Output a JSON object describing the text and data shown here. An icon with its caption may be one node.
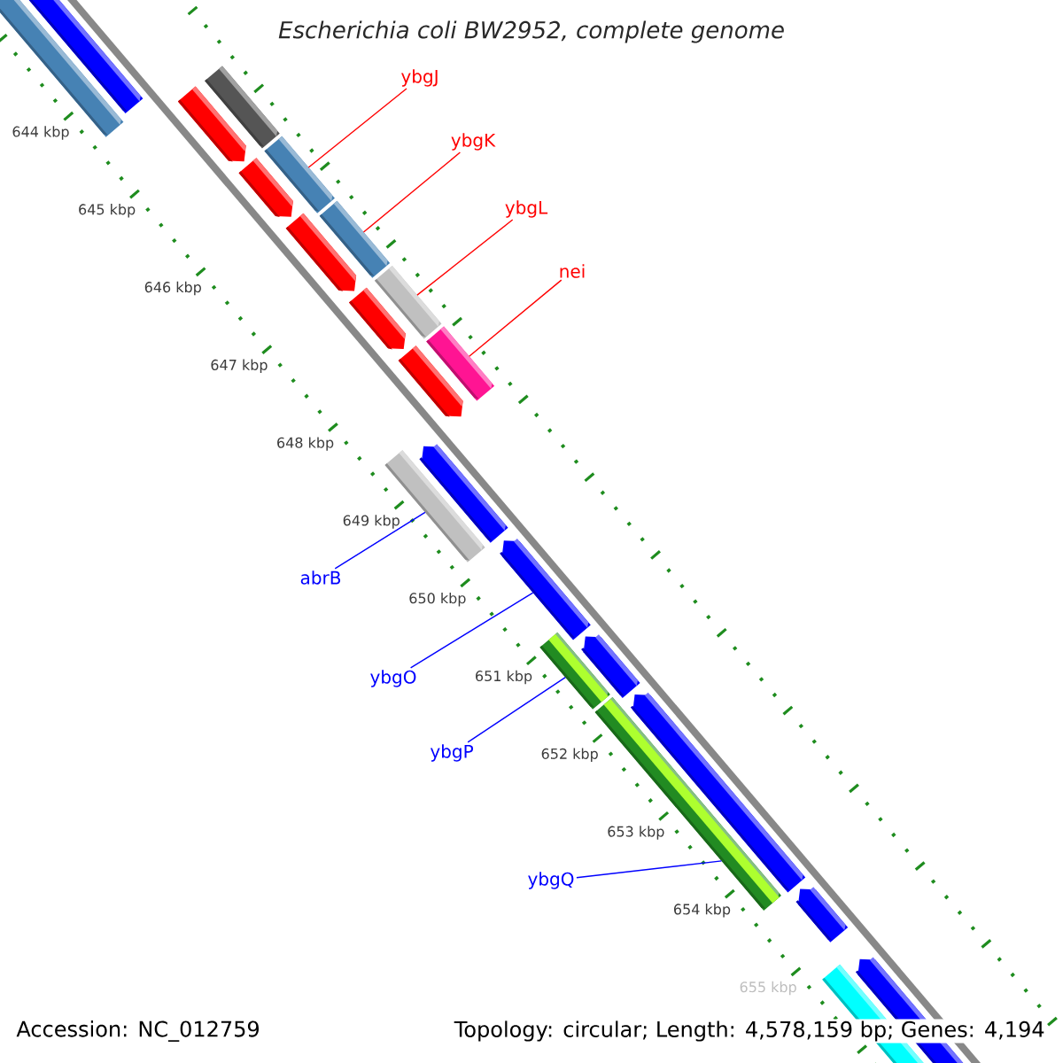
{
  "diagram": {
    "title": "Escherichia coli BW2952, complete genome",
    "nodes": [
      {
        "text": [
          "ybgJ"
        ]
      },
      {
        "text": [
          "ybgK"
        ]
      },
      {
        "text": [
          "ybgL"
        ]
      },
      {
        "text": [
          "nei"
        ]
      },
      {
        "text": [
          "abrB"
        ]
      },
      {
        "text": [
          "ybgO"
        ]
      },
      {
        "text": [
          "ybgP"
        ]
      },
      {
        "text": [
          "ybgQ"
        ]
      },
      {
        "text": [],
        "shape": "bar"
      },
      {
        "text": [],
        "shape": "bar"
      },
      {
        "text": [],
        "shape": "bar"
      },
      {
        "text": [],
        "shape": "bar"
      },
      {
        "text": [],
        "shape": "bar"
      },
      {
        "text": [],
        "shape": "pentagon"
      },
      {
        "text": [],
        "shape": "bar"
      },
      {
        "text": [],
        "shape": "bar"
      }
    ],
    "edges": [
      {
        "from": 0,
        "to": 8,
        "arrow": "none",
        "color": "#ff0000"
      },
      {
        "from": 1,
        "to": 9,
        "arrow": "none",
        "color": "#ff0000"
      },
      {
        "from": 2,
        "to": 10,
        "arrow": "none",
        "color": "#ff0000"
      },
      {
        "from": 3,
        "to": 11,
        "arrow": "none",
        "color": "#ff0000"
      },
      {
        "from": 4,
        "to": 12,
        "arrow": "none",
        "color": "#0000ff"
      },
      {
        "from": 5,
        "to": 13,
        "arrow": "none",
        "color": "#0000ff"
      },
      {
        "from": 6,
        "to": 14,
        "arrow": "none",
        "color": "#0000ff"
      },
      {
        "from": 7,
        "to": 15,
        "arrow": "none",
        "color": "#0000ff"
      }
    ],
    "labels": [
      "644 kbp",
      "645 kbp",
      "646 kbp",
      "647 kbp",
      "648 kbp",
      "649 kbp",
      "650 kbp",
      "651 kbp",
      "652 kbp",
      "653 kbp",
      "654 kbp",
      "655 kbp",
      "Accession: NC_012759",
      "Topology: circular; Length: 4,578,159 bp; Genes: 4,194"
    ]
  }
}
